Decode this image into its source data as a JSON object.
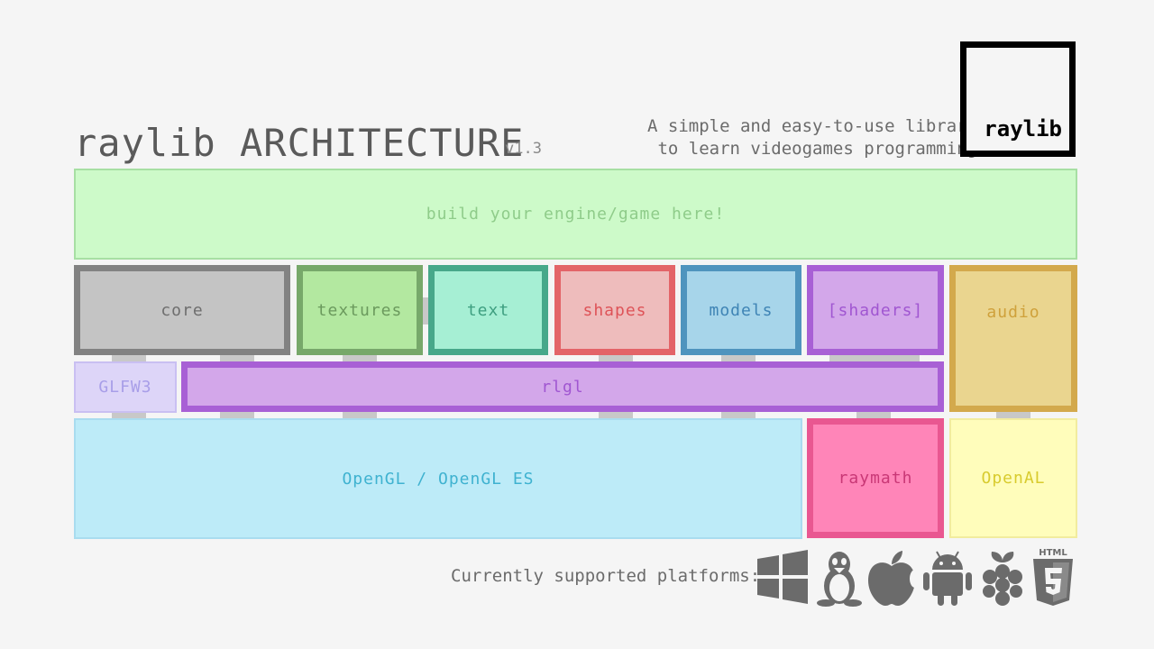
{
  "header": {
    "title": "raylib ARCHITECTURE",
    "version": "v1.3",
    "tagline_line1": "A simple and easy-to-use library",
    "tagline_line2": "to learn videogames programming",
    "logo_text": "raylib"
  },
  "modules": {
    "game": "build your engine/game here!",
    "core": "core",
    "textures": "textures",
    "text": "text",
    "shapes": "shapes",
    "models": "models",
    "shaders": "[shaders]",
    "audio": "audio",
    "glfw": "GLFW3",
    "rlgl": "rlgl",
    "opengl": "OpenGL / OpenGL ES",
    "raymath": "raymath",
    "openal": "OpenAL"
  },
  "footer": {
    "platforms_label": "Currently supported platforms:",
    "html5_label": "HTML"
  },
  "platform_icons": [
    "windows-icon",
    "linux-icon",
    "apple-icon",
    "android-icon",
    "raspberry-pi-icon",
    "html5-icon"
  ],
  "colors": {
    "game_fill": "#cdfac9",
    "game_border": "#a7dfa3",
    "game_text": "#8fcc8a",
    "core_fill": "#c4c4c4",
    "core_border": "#828282",
    "core_text": "#6e6e6e",
    "textures_fill": "#b3e8a0",
    "textures_border": "#77a86a",
    "textures_text": "#6b9a5d",
    "text_fill": "#a6efd4",
    "text_border": "#47a88a",
    "text_text": "#3e9f80",
    "shapes_fill": "#eebcbc",
    "shapes_border": "#e36468",
    "shapes_text": "#de5358",
    "models_fill": "#a7d5ea",
    "models_border": "#4f94be",
    "models_text": "#3f84b5",
    "shaders_fill": "#d3a7ea",
    "shaders_border": "#a860d5",
    "shaders_text": "#a056d1",
    "audio_fill": "#ead58f",
    "audio_border": "#d3a94c",
    "audio_text": "#cfa13b",
    "glfw_fill": "#ddd5f8",
    "glfw_border": "#c9bff2",
    "glfw_text": "#a89ee8",
    "opengl_fill": "#bdebf8",
    "opengl_border": "#a9dcef",
    "opengl_text": "#3fb2d0",
    "raymath_fill": "#ff85b8",
    "raymath_border": "#e95791",
    "raymath_text": "#c93876",
    "openal_fill": "#fffdbb",
    "openal_border": "#f2ec9e",
    "openal_text": "#d8cb2e"
  }
}
